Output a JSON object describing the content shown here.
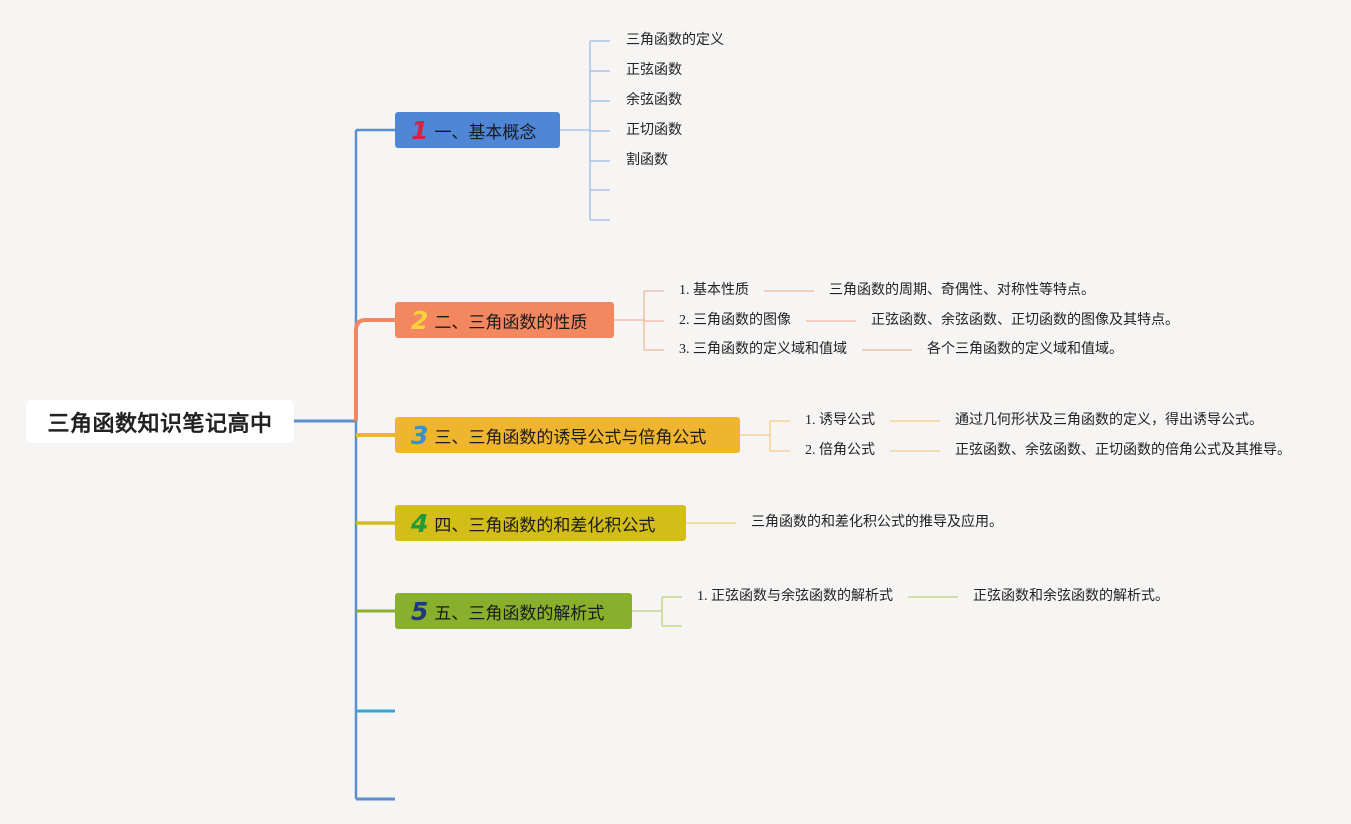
{
  "root": {
    "title": "三角函数知识笔记高中"
  },
  "topics": [
    {
      "number": "1",
      "label": "一、基本概念",
      "color": "#4f86d6",
      "number_color": "#d8233f",
      "children": [
        "三角函数的定义",
        "正弦函数",
        "余弦函数",
        "正切函数",
        "割函数",
        "",
        ""
      ]
    },
    {
      "number": "2",
      "label": "二、三角函数的性质",
      "color": "#f3875f",
      "number_color": "#f7d23a",
      "children": [
        {
          "label": "1. 基本性质",
          "detail": "三角函数的周期、奇偶性、对称性等特点。"
        },
        {
          "label": "2. 三角函数的图像",
          "detail": "正弦函数、余弦函数、正切函数的图像及其特点。"
        },
        {
          "label": "3. 三角函数的定义域和值域",
          "detail": "各个三角函数的定义域和值域。"
        }
      ]
    },
    {
      "number": "3",
      "label": "三、三角函数的诱导公式与倍角公式",
      "color": "#f0b52e",
      "number_color": "#3a8fd0",
      "children": [
        {
          "label": "1. 诱导公式",
          "detail": "通过几何形状及三角函数的定义，得出诱导公式。"
        },
        {
          "label": "2. 倍角公式",
          "detail": "正弦函数、余弦函数、正切函数的倍角公式及其推导。"
        }
      ]
    },
    {
      "number": "4",
      "label": "四、三角函数的和差化积公式",
      "color": "#d2bd19",
      "number_color": "#1f9a3a",
      "detail": "三角函数的和差化积公式的推导及应用。"
    },
    {
      "number": "5",
      "label": "五、三角函数的解析式",
      "color": "#88b02c",
      "number_color": "#1f3a7a",
      "children": [
        {
          "label": "1. 正弦函数与余弦函数的解析式",
          "detail": "正弦函数和余弦函数的解析式。"
        },
        {
          "label": "",
          "detail": ""
        }
      ]
    }
  ],
  "colors": {
    "trunk": "#5b8fd0",
    "empty_branch_1": "#35a7d6",
    "empty_branch_2": "#5b8fd0"
  }
}
